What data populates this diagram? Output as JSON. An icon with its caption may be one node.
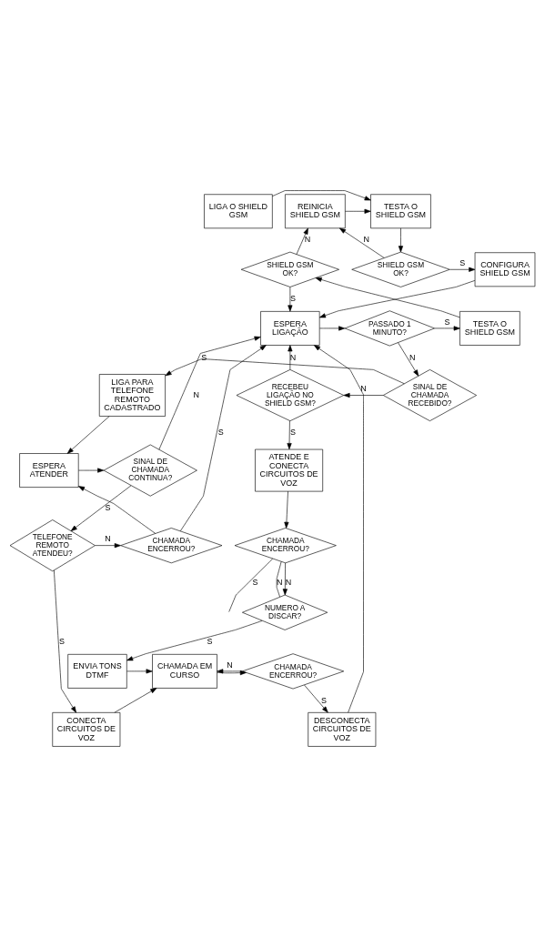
{
  "diagram": {
    "nodes": [
      {
        "text": [
          "LIGA O SHIELD GSM"
        ]
      },
      {
        "text": [
          "TESTA O SHIELD GSM"
        ]
      },
      {
        "text": [
          "REINICIA SHIELD GSM"
        ]
      },
      {
        "text": [
          "CONFIGURA SHIELD GSM"
        ]
      },
      {
        "text": [
          "SHIELD GSM OK?"
        ]
      },
      {
        "text": [
          "SHIELD GSM OK?"
        ]
      },
      {
        "text": [
          "ESPERA LIGAÇÃO"
        ]
      },
      {
        "text": [
          "PASSADO 1 MINUTO?"
        ]
      },
      {
        "text": [
          "TESTA O SHIELD GSM"
        ]
      },
      {
        "text": [
          "LIGA PARA TELEFONE REMOTO CADASTRADO"
        ]
      },
      {
        "text": [
          "SINAL DE CHAMADA RECEBIDO?"
        ]
      },
      {
        "text": [
          "RECEBEU LIGAÇÃO NO SHIELD GSM?"
        ]
      },
      {
        "text": [
          "ESPERA ATENDER"
        ]
      },
      {
        "text": [
          "SINAL DE CHAMADA CONTINUA?"
        ]
      },
      {
        "text": [
          "ATENDE E CONECTA CIRCUITOS DE VOZ"
        ]
      },
      {
        "text": [
          "CHAMADA ENCERROU?"
        ]
      },
      {
        "text": [
          "TELEFONE REMOTO ATENDEU?"
        ]
      },
      {
        "text": [
          "CHAMADA ENCERROU?"
        ]
      },
      {
        "text": [
          "NUMERO A DISCAR?"
        ]
      },
      {
        "text": [
          "DESCONECTA CIRCUITOS DE VOZ"
        ]
      },
      {
        "text": [
          "CONECTA CIRCUITOS DE VOZ"
        ]
      },
      {
        "text": [
          "CHAMADA ENCERROU?"
        ]
      },
      {
        "text": [
          "CHAMADA EM CURSO"
        ]
      },
      {
        "text": [
          "ENVIA TONS DTMF"
        ]
      }
    ],
    "edges": [
      {
        "from": 0,
        "to": 1,
        "arrow": "to"
      },
      {
        "from": 2,
        "to": 1,
        "arrow": "to"
      },
      {
        "from": 1,
        "to": 4,
        "arrow": "to"
      },
      {
        "from": 4,
        "to": 3,
        "label": "S",
        "arrow": "to"
      },
      {
        "from": 4,
        "to": 2,
        "label": "N",
        "arrow": "to"
      },
      {
        "from": 3,
        "to": 6,
        "arrow": "to"
      },
      {
        "from": 5,
        "to": 2,
        "label": "N",
        "arrow": "to"
      },
      {
        "from": 5,
        "to": 6,
        "label": "S",
        "arrow": "to"
      },
      {
        "from": 6,
        "to": 7,
        "arrow": "to"
      },
      {
        "from": 7,
        "to": 8,
        "label": "S",
        "arrow": "to"
      },
      {
        "from": 8,
        "to": 5,
        "arrow": "to"
      },
      {
        "from": 7,
        "to": 10,
        "label": "N",
        "arrow": "to"
      },
      {
        "from": 11,
        "to": 6,
        "label": "N",
        "arrow": "to"
      },
      {
        "from": 10,
        "to": 9,
        "label": "S",
        "arrow": "to"
      },
      {
        "from": 10,
        "to": 11,
        "label": "N",
        "arrow": "to"
      },
      {
        "from": 11,
        "to": 14,
        "label": "S",
        "arrow": "to"
      },
      {
        "from": 9,
        "to": 12,
        "arrow": "to"
      },
      {
        "from": 12,
        "to": 13,
        "arrow": "to"
      },
      {
        "from": 13,
        "to": 6,
        "label": "N",
        "arrow": "to"
      },
      {
        "from": 13,
        "to": 16,
        "label": "S",
        "arrow": "to"
      },
      {
        "from": 16,
        "to": 15,
        "label": "N",
        "arrow": "to"
      },
      {
        "from": 15,
        "to": 12,
        "arrow": "to"
      },
      {
        "from": 15,
        "to": 6,
        "label": "S",
        "arrow": "to"
      },
      {
        "from": 14,
        "to": 17,
        "arrow": "to"
      },
      {
        "from": 17,
        "to": null,
        "label": "S",
        "arrow": "none"
      },
      {
        "from": 17,
        "to": 18,
        "label": "N",
        "arrow": "to"
      },
      {
        "from": 18,
        "to": 17,
        "label": "N",
        "arrow": "none"
      },
      {
        "from": 16,
        "to": 20,
        "label": "S",
        "arrow": "to"
      },
      {
        "from": 18,
        "to": 23,
        "label": "S",
        "arrow": "to"
      },
      {
        "from": 23,
        "to": 22,
        "arrow": "to"
      },
      {
        "from": 20,
        "to": 22,
        "arrow": "to"
      },
      {
        "from": 22,
        "to": 21,
        "arrow": "to"
      },
      {
        "from": 21,
        "to": 19,
        "label": "S",
        "arrow": "to"
      },
      {
        "from": 21,
        "to": 22,
        "label": "N",
        "arrow": "to"
      },
      {
        "from": 19,
        "to": 6,
        "arrow": "to"
      }
    ]
  }
}
